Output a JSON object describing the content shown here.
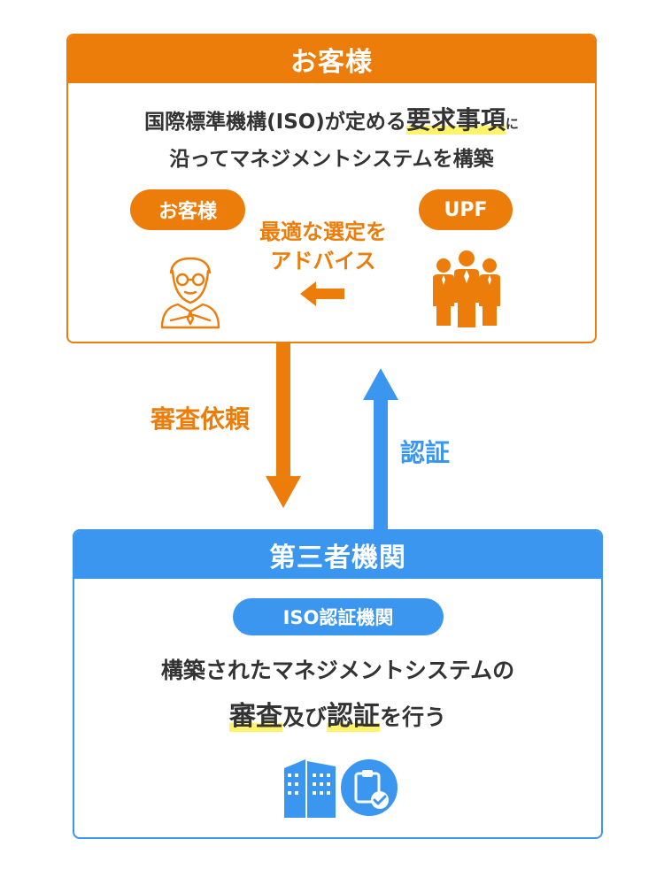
{
  "customer_box": {
    "title": "お客様",
    "desc_line1_pre": "国際標準機構(ISO)が定める",
    "desc_line1_em": "要求事項",
    "desc_line1_post": "に",
    "desc_line2": "沿ってマネジメントシステムを構築",
    "customer_label": "お客様",
    "upf_label": "UPF",
    "advice_line1": "最適な選定を",
    "advice_line2": "アドバイス"
  },
  "arrows": {
    "request_label": "審査依頼",
    "certify_label": "認証"
  },
  "third_party_box": {
    "title": "第三者機関",
    "iso_label": "ISO認証機関",
    "desc_line1": "構築されたマネジメントシステムの",
    "desc_audit": "審査",
    "desc_and": "及び",
    "desc_certify": "認証",
    "desc_post": "を行う"
  },
  "colors": {
    "orange": "#ec7d0b",
    "blue": "#3b96ef",
    "highlight": "#fff36b"
  },
  "icons": [
    "advisor-person-icon",
    "team-people-icon",
    "left-arrow-icon",
    "building-icon",
    "clipboard-check-icon"
  ]
}
